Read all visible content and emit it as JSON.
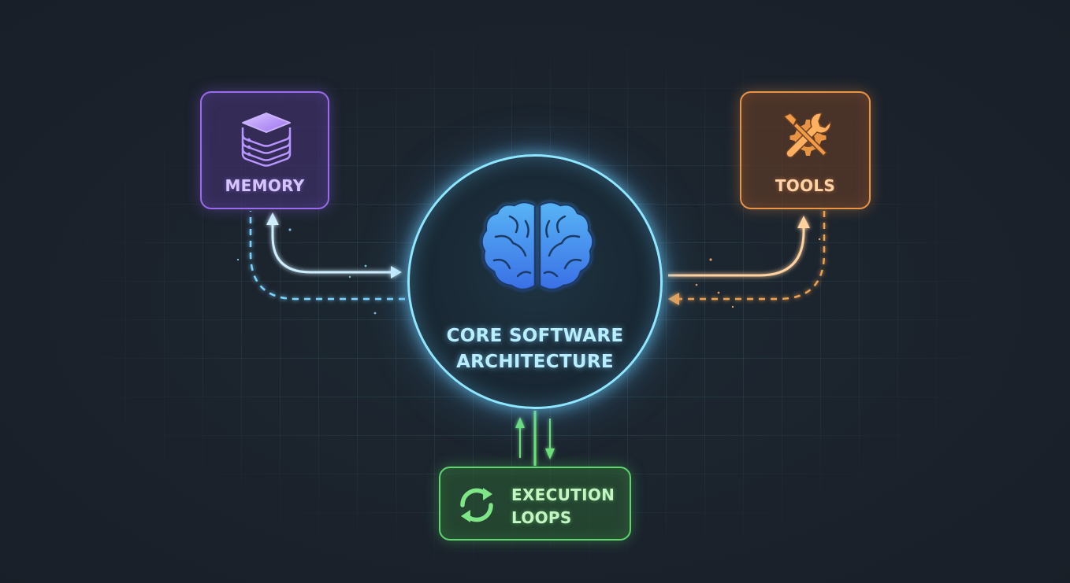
{
  "diagram": {
    "nodes": {
      "memory": {
        "label": "MEMORY",
        "icon": "database-icon",
        "color": "#9a6bee"
      },
      "tools": {
        "label": "TOOLS",
        "icon": "wrench-gear-icon",
        "color": "#e99447"
      },
      "core": {
        "label_line1": "CORE SOFTWARE",
        "label_line2": "ARCHITECTURE",
        "icon": "brain-icon",
        "color": "#8fe6ff"
      },
      "loops": {
        "label_line1": "EXECUTION",
        "label_line2": "LOOPS",
        "icon": "refresh-icon",
        "color": "#5dd66c"
      }
    },
    "edges": [
      {
        "from": "memory",
        "to": "core",
        "style": "solid",
        "color": "#6fd0ff"
      },
      {
        "from": "core",
        "to": "memory",
        "style": "dashed",
        "color": "#6fd0ff"
      },
      {
        "from": "core",
        "to": "tools",
        "style": "solid",
        "color": "#f0a050"
      },
      {
        "from": "tools",
        "to": "core",
        "style": "dashed",
        "color": "#f0a050"
      },
      {
        "from": "core",
        "to": "loops",
        "style": "solid",
        "color": "#6ee07a"
      },
      {
        "from": "loops",
        "to": "core",
        "style": "solid",
        "color": "#6ee07a"
      }
    ],
    "colors": {
      "background": "#1b222c",
      "grid": "#3a5a60"
    }
  }
}
